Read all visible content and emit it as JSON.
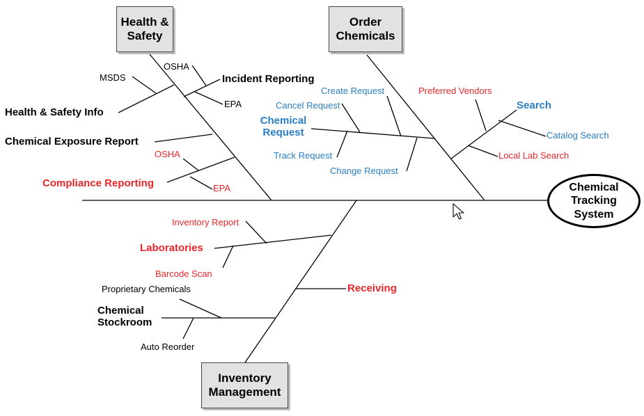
{
  "head": {
    "text": "Chemical Tracking System"
  },
  "categories": {
    "health_safety": "Health & Safety",
    "order_chemicals": "Order Chemicals",
    "inventory_management": "Inventory Management"
  },
  "health_safety": {
    "incident_reporting": "Incident Reporting",
    "incident_osha": "OSHA",
    "incident_epa": "EPA",
    "health_safety_info": "Health & Safety Info",
    "msds": "MSDS",
    "chemical_exposure_report": "Chemical Exposure Report",
    "compliance_reporting": "Compliance Reporting",
    "compliance_osha": "OSHA",
    "compliance_epa": "EPA"
  },
  "order_chemicals": {
    "chemical_request": "Chemical Request",
    "create_request": "Create Request",
    "cancel_request": "Cancel Request",
    "track_request": "Track Request",
    "change_request": "Change Request",
    "search": "Search",
    "preferred_vendors": "Preferred Vendors",
    "catalog_search": "Catalog Search",
    "local_lab_search": "Local Lab Search"
  },
  "inventory_management": {
    "laboratories": "Laboratories",
    "inventory_report": "Inventory Report",
    "barcode_scan": "Barcode Scan",
    "receiving": "Receiving",
    "chemical_stockroom": "Chemical Stockroom",
    "proprietary_chemicals": "Proprietary Chemicals",
    "auto_reorder": "Auto Reorder"
  },
  "colors": {
    "line": "#000000",
    "red": "#e8262a",
    "blue": "#2a7ec4",
    "box": "#e2e2e2"
  }
}
